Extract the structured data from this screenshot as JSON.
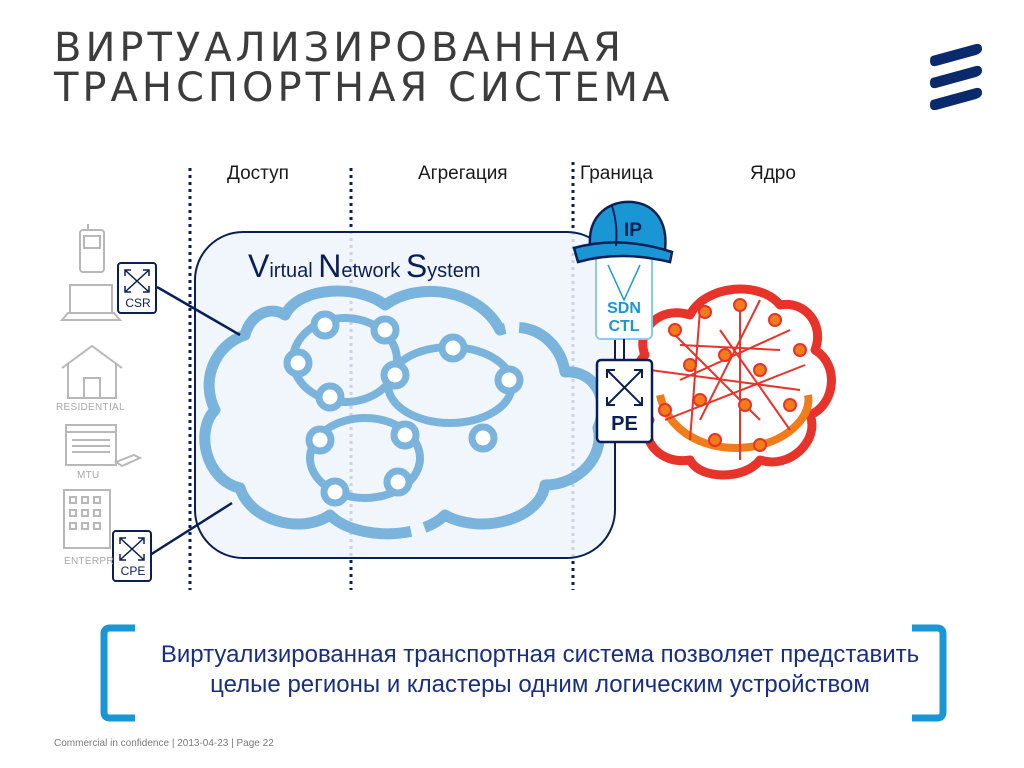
{
  "title": {
    "line1": "ВИРТУАЛИЗИРОВАННАЯ",
    "line2": "ТРАНСПОРТНАЯ СИСТЕМА"
  },
  "zones": {
    "access": "Доступ",
    "aggregation": "Агрегация",
    "edge": "Граница",
    "core": "Ядро"
  },
  "vns": {
    "v": "V",
    "v_rest": "irtual ",
    "n": "N",
    "n_rest": "etwork ",
    "s": "S",
    "s_rest": "ystem"
  },
  "nodes": {
    "csr": "CSR",
    "cpe": "CPE",
    "pe": "PE",
    "sdn1": "SDN",
    "sdn2": "CTL",
    "ip": "IP"
  },
  "endpoints": {
    "residential": "RESIDENTIAL",
    "mtu": "MTU",
    "enterprise": "ENTERPRISE"
  },
  "quote": "Виртуализированная транспортная система позволяет представить целые регионы и кластеры одним логическим устройством",
  "footer": "Commercial in confidence  |  2013-04-23  |  Page 22",
  "colors": {
    "accent": "#1a96d4",
    "cloud": "#7ab3dc",
    "navy": "#0b1f57",
    "core_red": "#e8332a",
    "core_orange": "#f07d1a"
  }
}
